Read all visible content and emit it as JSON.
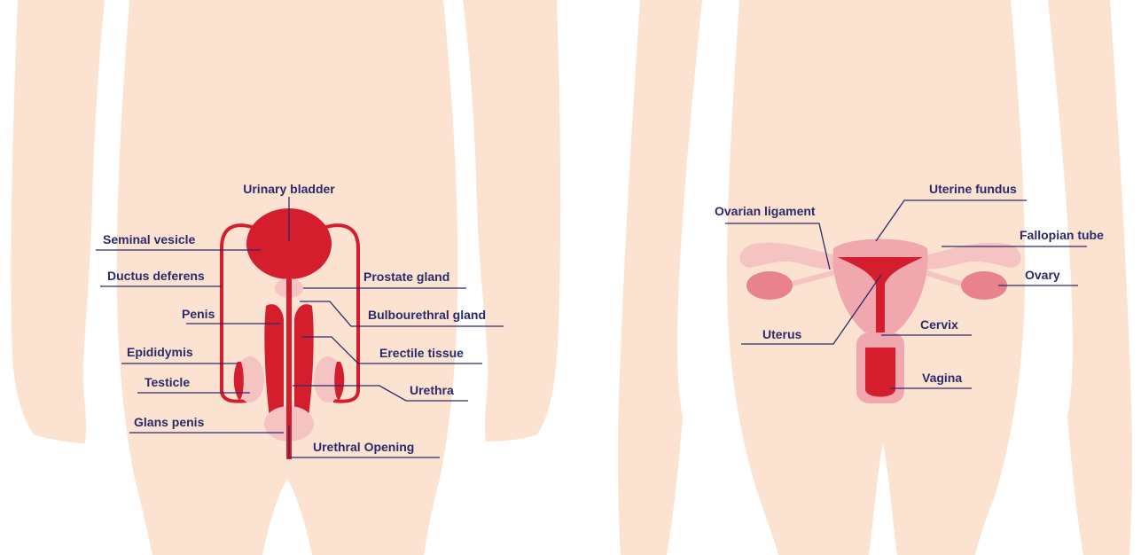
{
  "colors": {
    "skin": "#FCE3D1",
    "organ": "#D41E2E",
    "organ_light": "#F0A7AE",
    "organ_pale": "#F6C3C3",
    "label": "#2A2A6B",
    "line": "#2A2A6B"
  },
  "male": {
    "labels": {
      "urinary_bladder": "Urinary bladder",
      "seminal_vesicle": "Seminal vesicle",
      "ductus_deferens": "Ductus deferens",
      "prostate_gland": "Prostate gland",
      "penis": "Penis",
      "bulbourethral_gland": "Bulbourethral gland",
      "epididymis": "Epididymis",
      "erectile_tissue": "Erectile tissue",
      "testicle": "Testicle",
      "urethra": "Urethra",
      "glans_penis": "Glans penis",
      "urethral_opening": "Urethral Opening"
    }
  },
  "female": {
    "labels": {
      "uterine_fundus": "Uterine fundus",
      "ovarian_ligament": "Ovarian ligament",
      "fallopian_tube": "Fallopian tube",
      "ovary": "Ovary",
      "uterus": "Uterus",
      "cervix": "Cervix",
      "vagina": "Vagina"
    }
  }
}
